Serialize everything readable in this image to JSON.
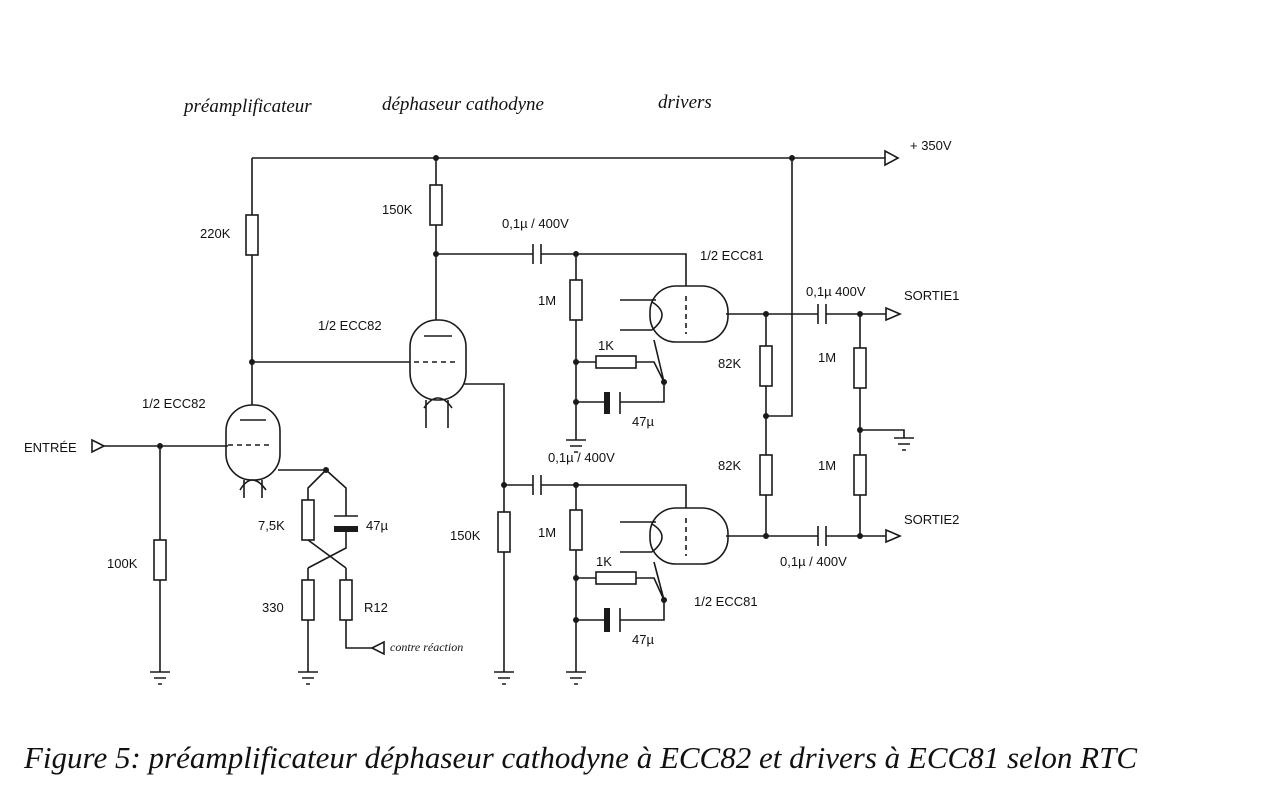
{
  "sections": {
    "preamp": "préamplificateur",
    "phase_splitter": "déphaseur cathodyne",
    "drivers": "drivers"
  },
  "supply": "+ 350V",
  "io": {
    "input": "ENTRÉE",
    "output1": "SORTIE1",
    "output2": "SORTIE2",
    "feedback": "contre réaction"
  },
  "tubes": {
    "preamp": "1/2 ECC82",
    "splitter": "1/2 ECC82",
    "driver_top": "1/2 ECC81",
    "driver_bottom": "1/2 ECC81"
  },
  "resistors": {
    "r_220k": "220K",
    "r_150k_plate": "150K",
    "r_1m_top": "1M",
    "r_1k_top": "1K",
    "r_82k_top": "82K",
    "r_82k_bottom": "82K",
    "r_1m_out_top": "1M",
    "r_1m_out_bottom": "1M",
    "r_100k": "100K",
    "r_7_5k": "7,5K",
    "r_330": "330",
    "r_r12": "R12",
    "r_150k_cathode": "150K",
    "r_1m_bottom": "1M",
    "r_1k_bottom": "1K"
  },
  "capacitors": {
    "c_couple_top": "0,1µ / 400V",
    "c_couple_bottom": "0,1µ / 400V",
    "c_out_top": "0,1µ 400V",
    "c_out_bottom": "0,1µ / 400V",
    "c_47_pre": "47µ",
    "c_47_top": "47µ",
    "c_47_bottom": "47µ"
  },
  "caption": "Figure 5: préamplificateur déphaseur cathodyne à ECC82 et drivers à ECC81 selon RTC"
}
